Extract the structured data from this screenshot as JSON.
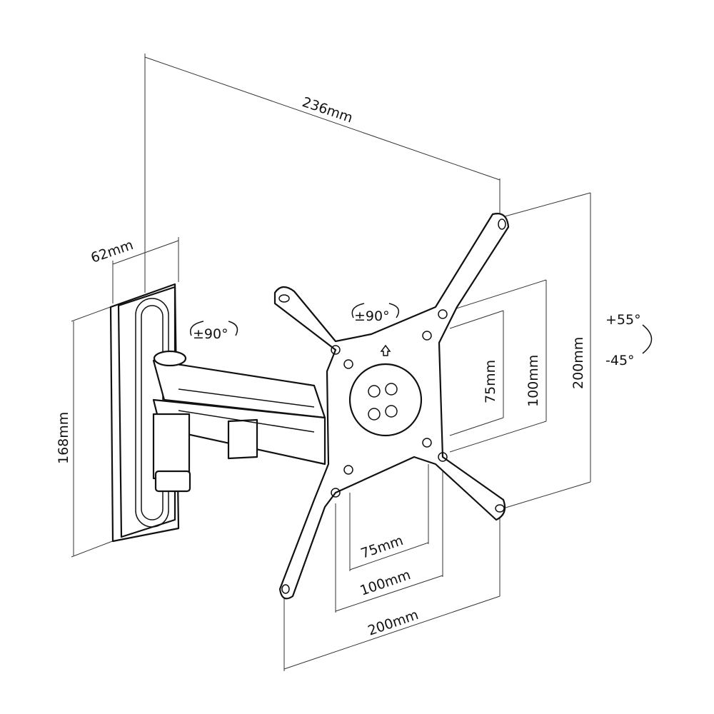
{
  "dimensions": {
    "arm_length": "236mm",
    "plate_depth": "62mm",
    "plate_height": "168mm",
    "swivel_arm": "±90°",
    "rotation_plate": "±90°",
    "vesa_small_vertical": "75mm",
    "vesa_medium_vertical": "100mm",
    "vesa_large_vertical": "200mm",
    "tilt_up": "+55°",
    "tilt_down": "-45°",
    "vesa_small_horizontal": "75mm",
    "vesa_medium_horizontal": "100mm",
    "vesa_large_horizontal": "200mm"
  }
}
